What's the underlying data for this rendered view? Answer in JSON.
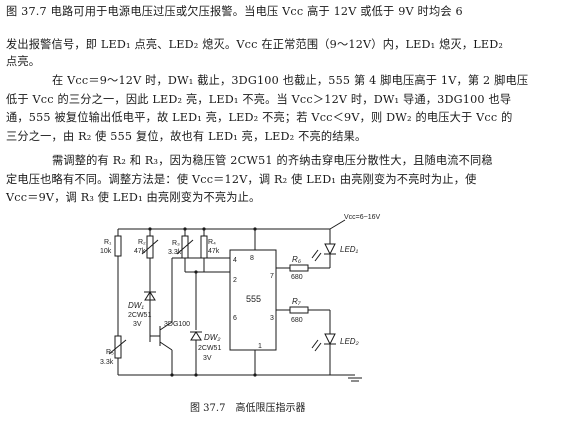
{
  "text_lines": [
    "图 37.7 电路可用于电源电压过压或欠压报警。当电压 Vcc 高于 12V 或低于 9V 时均会 6",
    "发出报警信号，即 LED₁ 点亮、LED₂ 熄灭。Vcc 在正常范围（9～12V）内，LED₁ 熄灭，LED₂",
    "点亮。",
    "在 Vcc＝9～12V 时，DW₁ 截止，3DG100 也截止，555 第 4 脚电压高于 1V，第 2 脚电压",
    "低于 Vcc 的三分之一，因此 LED₂ 亮，LED₁ 不亮。当 Vcc＞12V 时，DW₁ 导通，3DG100 也导",
    "通，555 被复位输出低电平，故 LED₁ 亮，LED₂ 不亮；若 Vcc＜9V，则 DW₂ 的电压大于 Vcc 的",
    "三分之一，由 R₂ 使 555 复位，故也有 LED₁ 亮，LED₂ 不亮的结果。",
    "需调整的有 R₂ 和 R₃，因为稳压管 2CW51 的齐纳击穿电压分散性大，且随电流不同稳",
    "定电压也略有不同。调整方法是：使 Vcc＝12V，调 R₂ 使 LED₁ 由亮刚变为不亮时为止，使",
    "Vcc＝9V，调 R₃ 使 LED₁ 由亮刚变为不亮为止。"
  ],
  "circuit": {
    "vcc": "Vcc=6~16V",
    "r1": "R₁",
    "r1_val": "10k",
    "r2": "R₂",
    "r2_val": "47k",
    "r3": "R₃",
    "r3_val": "3.3k",
    "r4": "R₄",
    "r4_val": "47k",
    "r5": "R₅",
    "r5_val": "3.3k",
    "dw1": "DW₁",
    "dw1_type": "2CW51",
    "dw1_v": "3V",
    "dw2": "DW₂",
    "dw2_type": "2CW51",
    "dw2_v": "3V",
    "transistor": "3DG100",
    "ic": "555",
    "r6": "R₆",
    "r6_val": "680",
    "r7": "R₇",
    "r7_val": "680",
    "led1": "LED₁",
    "led2": "LED₂",
    "pin8": "8",
    "pin4": "4",
    "pin7": "7",
    "pin3": "3",
    "pin2": "2",
    "pin1": "1",
    "pin6": "6"
  },
  "caption": "图 37.7　高低限压指示器"
}
